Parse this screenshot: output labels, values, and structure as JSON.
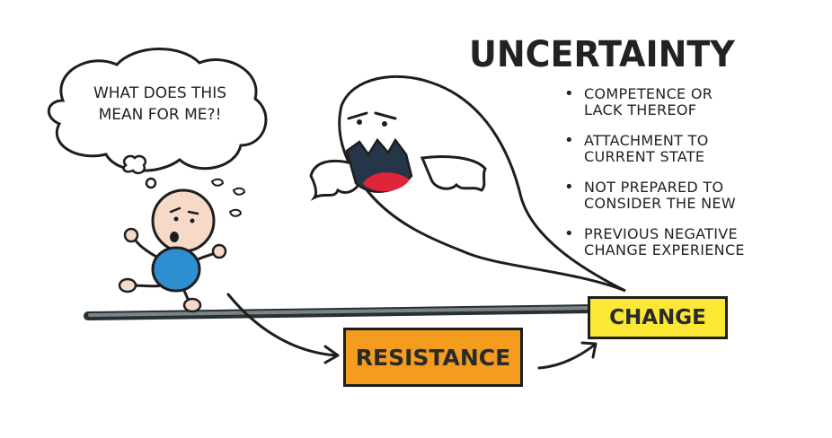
{
  "title": "UNCERTAINTY",
  "thought_bubble": {
    "line1": "WHAT DOES THIS",
    "line2": "MEAN FOR ME?!"
  },
  "bullets": [
    {
      "line1": "COMPETENCE OR",
      "line2": "LACK THEREOF"
    },
    {
      "line1": "ATTACHMENT TO",
      "line2": "CURRENT STATE"
    },
    {
      "line1": "NOT PREPARED TO",
      "line2": "CONSIDER THE NEW"
    },
    {
      "line1": "PREVIOUS NEGATIVE",
      "line2": "CHANGE EXPERIENCE"
    }
  ],
  "resistance_label": "RESISTANCE",
  "change_label": "CHANGE",
  "colors": {
    "resistance_fill": "#f39c1e",
    "change_fill": "#fbe834",
    "figure_shirt": "#2e8fd0",
    "figure_skin": "#f6d9c7",
    "ghost_mouth": "#243648",
    "ghost_tongue": "#e0243a",
    "road": "#5a6468"
  },
  "icons": [
    "thought-bubble-icon",
    "ghost-icon",
    "running-person-icon",
    "arrow-icon"
  ]
}
